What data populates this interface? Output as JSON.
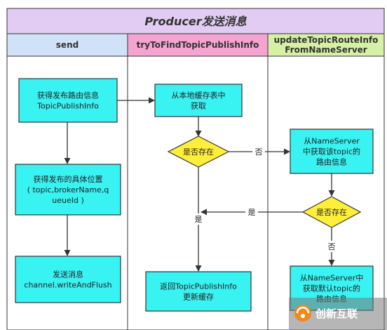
{
  "title": "Producer发送消息",
  "lanes": [
    {
      "id": "send",
      "lines": [
        "send"
      ]
    },
    {
      "id": "try",
      "lines": [
        "tryToFindTopicPublishInfo"
      ]
    },
    {
      "id": "update",
      "lines": [
        "updateTopicRouteInfo",
        "FromNameServer"
      ]
    }
  ],
  "nodes": {
    "get_route": [
      "获得发布路由信息",
      "TopicPublishInfo"
    ],
    "get_position": [
      "获得发布的具体位置",
      "( topic,brokerName,q",
      "ueueId )"
    ],
    "send_msg": [
      "发送消息",
      "channel.writeAndFlush"
    ],
    "local_cache": [
      "从本地缓存表中",
      "获取"
    ],
    "exists1": [
      "是否存在"
    ],
    "return_info": [
      "返回TopicPublishInfo",
      "更新缓存"
    ],
    "ns_topic": [
      "从NameServer",
      "中获取该topic的",
      "路由信息"
    ],
    "exists2": [
      "是否存在"
    ],
    "ns_default": [
      "从NameServer中",
      "获取默认topic的",
      "路由信息"
    ]
  },
  "edge_labels": {
    "no1": "否",
    "yes_left": "是",
    "yes_down": "是",
    "no2": "否"
  },
  "watermark": {
    "text": "创新互联",
    "icon": "chuangxin-logo-icon"
  },
  "colors": {
    "title_bg": "#e2ccf4",
    "lane_send_bg": "#cfe2f8",
    "lane_try_bg": "#f5a3d0",
    "lane_update_bg": "#d6f0a5",
    "process_fill": "#39f2f2",
    "decision_fill": "#ffef3a",
    "line": "#333333"
  }
}
